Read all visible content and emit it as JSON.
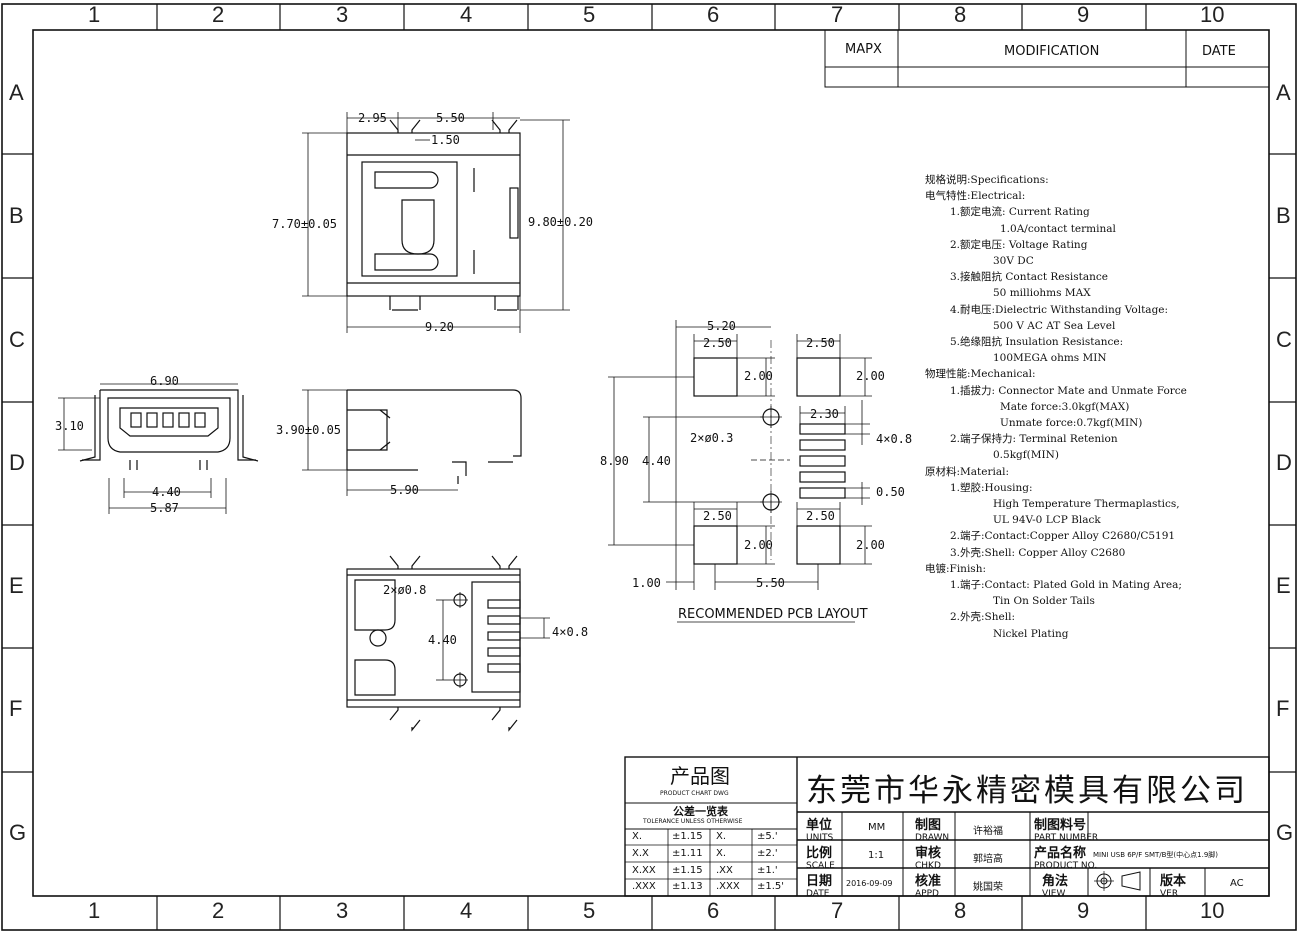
{
  "zones": {
    "columns": [
      "1",
      "2",
      "3",
      "4",
      "5",
      "6",
      "7",
      "8",
      "9",
      "10"
    ],
    "rows": [
      "A",
      "B",
      "C",
      "D",
      "E",
      "F",
      "G"
    ]
  },
  "revision_block": {
    "col1": "MAPX",
    "col2": "MODIFICATION",
    "col3": "DATE"
  },
  "dimensions": {
    "top_view": [
      "2.95",
      "5.50",
      "1.50",
      "7.70±0.05",
      "9.80±0.20",
      "9.20"
    ],
    "front_view": [
      "6.90",
      "3.10",
      "4.40",
      "5.87"
    ],
    "side_view": [
      "3.90±0.05",
      "5.90"
    ],
    "bottom_view": [
      "2×ø0.8",
      "4.40",
      "4×0.8"
    ],
    "pcb": [
      "5.20",
      "2.50",
      "2.50",
      "2.00",
      "2.00",
      "2.30",
      "2×ø0.3",
      "4×0.8",
      "8.90",
      "4.40",
      "0.50",
      "2.50",
      "2.50",
      "2.00",
      "2.00",
      "1.00",
      "5.50"
    ]
  },
  "pcb_title": "RECOMMENDED PCB LAYOUT",
  "specs": [
    {
      "indent": 0,
      "text": "规格说明:Specifications:"
    },
    {
      "indent": 0,
      "text": "电气特性:Electrical:"
    },
    {
      "indent": 1,
      "text": "1.额定电流: Current Rating"
    },
    {
      "indent": 2,
      "text": "1.0A/contact terminal"
    },
    {
      "indent": 1,
      "text": "2.额定电压: Voltage Rating"
    },
    {
      "indent": 3,
      "text": "30V DC"
    },
    {
      "indent": 1,
      "text": "3.接触阻抗 Contact Resistance"
    },
    {
      "indent": 3,
      "text": "50 milliohms MAX"
    },
    {
      "indent": 1,
      "text": "4.耐电压:Dielectric Withstanding Voltage:"
    },
    {
      "indent": 3,
      "text": "500 V AC AT Sea Level"
    },
    {
      "indent": 1,
      "text": "5.绝缘阻抗 Insulation Resistance:"
    },
    {
      "indent": 3,
      "text": "100MEGA ohms MIN"
    },
    {
      "indent": 0,
      "text": "物理性能:Mechanical:"
    },
    {
      "indent": 1,
      "text": "1.插拔力: Connector Mate and Unmate Force"
    },
    {
      "indent": 2,
      "text": "Mate force:3.0kgf(MAX)"
    },
    {
      "indent": 2,
      "text": "Unmate force:0.7kgf(MIN)"
    },
    {
      "indent": 1,
      "text": "2.端子保持力: Terminal Retenion"
    },
    {
      "indent": 3,
      "text": "0.5kgf(MIN)"
    },
    {
      "indent": 0,
      "text": "原材料:Material:"
    },
    {
      "indent": 1,
      "text": "1.塑胶:Housing:"
    },
    {
      "indent": 3,
      "text": "High Temperature  Thermaplastics,"
    },
    {
      "indent": 3,
      "text": "UL 94V-0   LCP Black"
    },
    {
      "indent": 1,
      "text": "2.端子:Contact:Copper Alloy C2680/C5191"
    },
    {
      "indent": 1,
      "text": "3.外壳:Shell: Copper Alloy C2680"
    },
    {
      "indent": 0,
      "text": "电镀:Finish:"
    },
    {
      "indent": 1,
      "text": "1.端子:Contact: Plated Gold in Mating Area;"
    },
    {
      "indent": 3,
      "text": "Tin On Solder Tails"
    },
    {
      "indent": 1,
      "text": "2.外壳:Shell:"
    },
    {
      "indent": 3,
      "text": "Nickel Plating"
    }
  ],
  "title_block": {
    "product_chart": "产品图",
    "product_chart_en": "PRODUCT CHART DWG",
    "tolerance_title": "公差一览表",
    "tolerance_sub": "TOLERANCE UNLESS OTHERWISE",
    "tolerances": [
      [
        "X.",
        "±1.15",
        "X.",
        "±5.'"
      ],
      [
        "X.X",
        "±1.11",
        "X.",
        "±2.'"
      ],
      [
        "X.XX",
        "±1.15",
        ".XX",
        "±1.'"
      ],
      [
        ".XXX",
        "±1.13",
        ".XXX",
        "±1.5'"
      ]
    ],
    "company": "东莞市华永精密模具有限公司",
    "units_label": "单位",
    "units_en": "UNITS",
    "units_value": "MM",
    "drawn_label": "制图",
    "drawn_en": "DRAWN",
    "drawn_value": "许裕福",
    "partno_label": "制图料号",
    "partno_en": "PART NUMBER",
    "partno_value": "",
    "scale_label": "比例",
    "scale_en": "SCALE",
    "scale_value": "1:1",
    "check_label": "审核",
    "check_en": "CHKD",
    "check_value": "郭培高",
    "name_label": "产品名称",
    "name_en": "PRODUCT NO.",
    "name_value": "MINI USB 6P/F SMT/B型(中心点1.9脚)",
    "date_label": "日期",
    "date_en": "DATE",
    "date_value": "2016-09-09",
    "appr_label": "核准",
    "appr_en": "APPD",
    "appr_value": "姚国荣",
    "view_label": "角法",
    "view_en": "VIEW",
    "version_label": "版本",
    "version_en": "VER",
    "version_value": "AC"
  }
}
